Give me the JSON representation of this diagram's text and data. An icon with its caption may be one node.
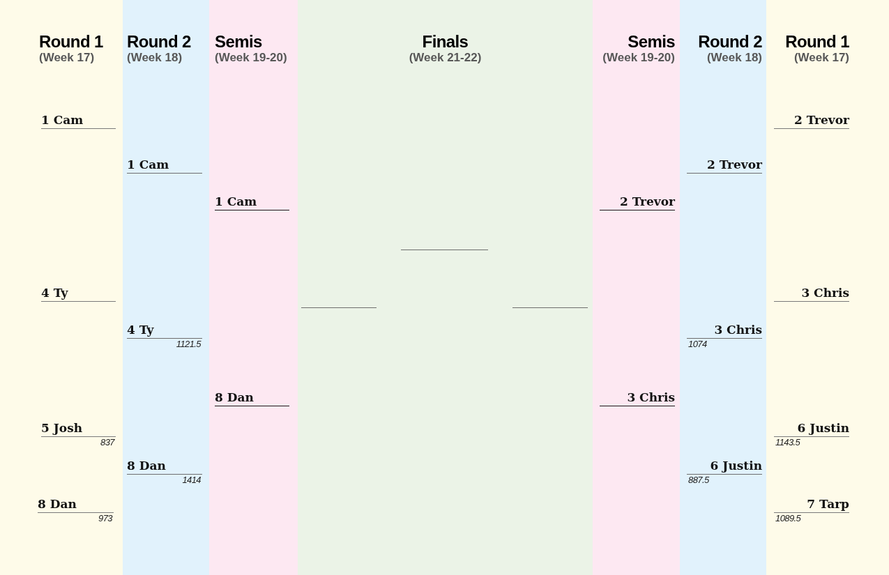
{
  "diagram": {
    "nodes": [
      {
        "text": [
          "Round 1",
          "(Week 17)"
        ]
      },
      {
        "text": [
          "1 Cam"
        ],
        "in": 0
      },
      {
        "text": [
          "4 Ty"
        ],
        "in": 0
      },
      {
        "text": [
          "5 Josh"
        ],
        "in": 0,
        "beside": [
          "837"
        ]
      },
      {
        "text": [
          "8 Dan"
        ],
        "in": 0,
        "beside": [
          "973"
        ]
      },
      {
        "text": [
          "Round 2",
          "(Week 18)"
        ]
      },
      {
        "text": [
          "1 Cam"
        ],
        "in": 5
      },
      {
        "text": [
          "4 Ty"
        ],
        "in": 5,
        "beside": [
          "1121.5"
        ]
      },
      {
        "text": [
          "8 Dan"
        ],
        "in": 5,
        "beside": [
          "1414"
        ]
      },
      {
        "text": [
          "Semis",
          "(Week 19-20)"
        ]
      },
      {
        "text": [
          "1 Cam"
        ],
        "in": 9
      },
      {
        "text": [
          "8 Dan"
        ],
        "in": 9
      },
      {
        "text": [
          "Finals",
          "(Week 21-22)"
        ]
      },
      {
        "text": [],
        "shape": "line",
        "in": 12
      },
      {
        "text": [],
        "shape": "line",
        "in": 12
      },
      {
        "text": [],
        "shape": "line",
        "in": 12
      },
      {
        "text": [
          "Semis",
          "(Week 19-20)"
        ]
      },
      {
        "text": [
          "2 Trevor"
        ],
        "in": 16
      },
      {
        "text": [
          "3 Chris"
        ],
        "in": 16
      },
      {
        "text": [
          "Round 2",
          "(Week 18)"
        ]
      },
      {
        "text": [
          "2 Trevor"
        ],
        "in": 19
      },
      {
        "text": [
          "3 Chris"
        ],
        "in": 19,
        "beside": [
          "1074"
        ]
      },
      {
        "text": [
          "6 Justin"
        ],
        "in": 19,
        "beside": [
          "887.5"
        ]
      },
      {
        "text": [
          "Round 1",
          "(Week 17)"
        ]
      },
      {
        "text": [
          "2 Trevor"
        ],
        "in": 23
      },
      {
        "text": [
          "3 Chris"
        ],
        "in": 23
      },
      {
        "text": [
          "6 Justin"
        ],
        "in": 23,
        "beside": [
          "1143.5"
        ]
      },
      {
        "text": [
          "7 Tarp"
        ],
        "in": 23,
        "beside": [
          "1089.5"
        ]
      }
    ]
  }
}
